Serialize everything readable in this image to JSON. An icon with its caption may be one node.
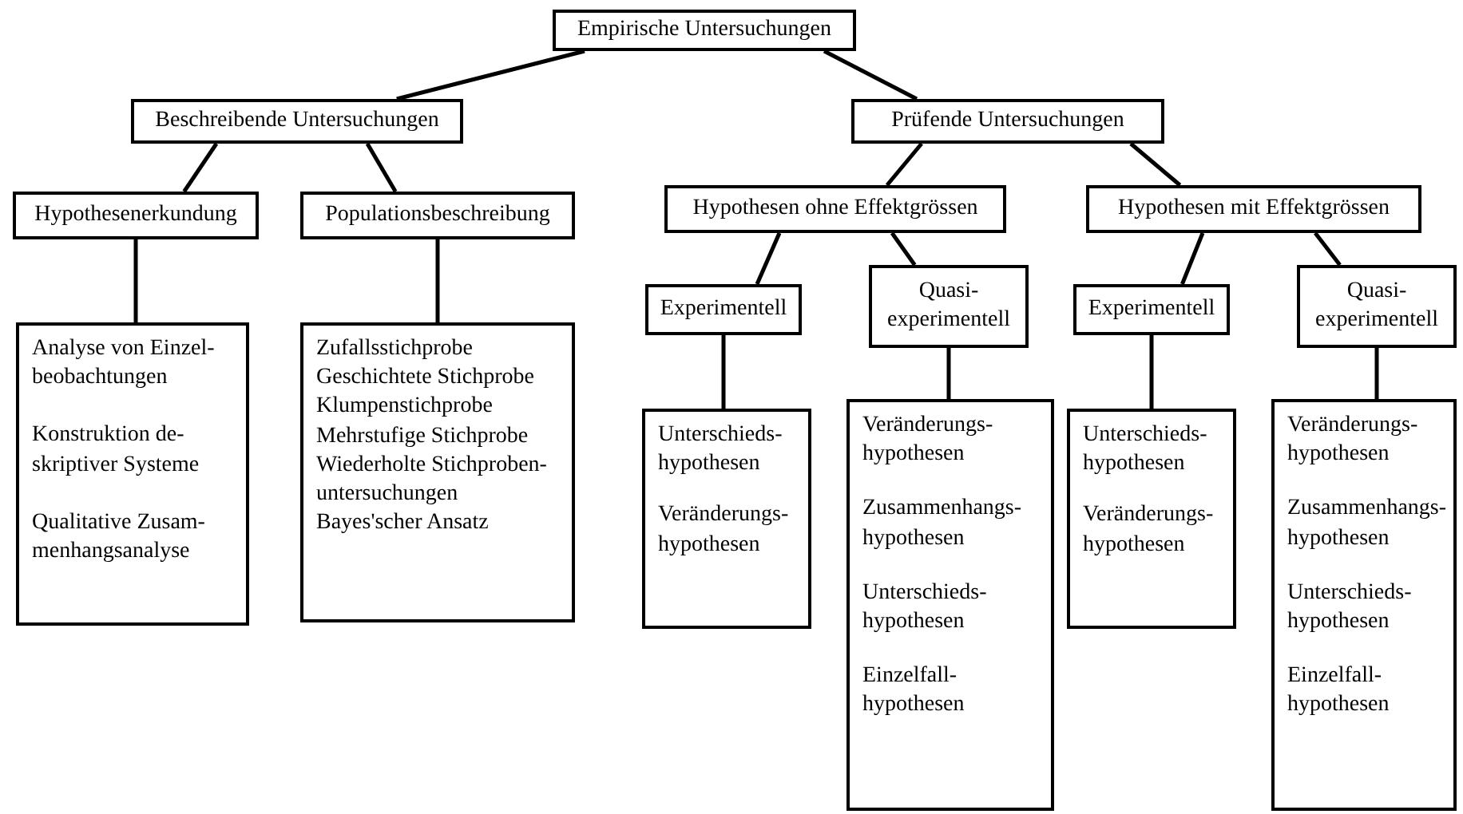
{
  "diagram": {
    "nodes": [
      {
        "text": [
          "Empirische Untersuchungen"
        ]
      },
      {
        "text": [
          "Beschreibende Untersuchungen"
        ]
      },
      {
        "text": [
          "Prüfende Untersuchungen"
        ]
      },
      {
        "text": [
          "Hypothesenerkundung"
        ]
      },
      {
        "text": [
          "Populationsbeschreibung"
        ]
      },
      {
        "text": [
          "Hypothesen ohne Effektgrössen"
        ]
      },
      {
        "text": [
          "Hypothesen mit Effektgrössen"
        ]
      },
      {
        "text": [
          "Experimentell"
        ]
      },
      {
        "text": [
          "Quasi- experimentell"
        ]
      },
      {
        "text": [
          "Experimentell"
        ]
      },
      {
        "text": [
          "Quasi- experimentell"
        ]
      },
      {
        "text": [
          "Analyse von Einzel- beobachtungen",
          "Konstruktion de- skriptiver Systeme",
          "Qualitative Zusam- menhangsanalyse"
        ]
      },
      {
        "text": [
          "Zufallsstichprobe",
          "Geschichtete Stichprobe",
          "Klumpenstichprobe",
          "Mehrstufige Stichprobe",
          "Wiederholte Stichproben- untersuchungen",
          "Bayes'scher Ansatz"
        ]
      },
      {
        "text": [
          "Unterschieds- hypothesen",
          "Veränderungs- hypothesen"
        ]
      },
      {
        "text": [
          "Veränderungs- hypothesen",
          "Zusammenhangs- hypothesen",
          "Unterschieds- hypothesen",
          "Einzelfall- hypothesen"
        ]
      },
      {
        "text": [
          "Unterschieds- hypothesen",
          "Veränderungs- hypothesen"
        ]
      },
      {
        "text": [
          "Veränderungs- hypothesen",
          "Zusammenhangs- hypothesen",
          "Unterschieds- hypothesen",
          "Einzelfall- hypothesen"
        ]
      }
    ],
    "edges": [
      {
        "from": 0,
        "to": 1,
        "arrow": "none"
      },
      {
        "from": 0,
        "to": 2,
        "arrow": "none"
      },
      {
        "from": 1,
        "to": 3,
        "arrow": "none"
      },
      {
        "from": 1,
        "to": 4,
        "arrow": "none"
      },
      {
        "from": 2,
        "to": 5,
        "arrow": "none"
      },
      {
        "from": 2,
        "to": 6,
        "arrow": "none"
      },
      {
        "from": 5,
        "to": 7,
        "arrow": "none"
      },
      {
        "from": 5,
        "to": 8,
        "arrow": "none"
      },
      {
        "from": 6,
        "to": 9,
        "arrow": "none"
      },
      {
        "from": 6,
        "to": 10,
        "arrow": "none"
      },
      {
        "from": 3,
        "to": 11,
        "arrow": "none"
      },
      {
        "from": 4,
        "to": 12,
        "arrow": "none"
      },
      {
        "from": 7,
        "to": 13,
        "arrow": "none"
      },
      {
        "from": 8,
        "to": 14,
        "arrow": "none"
      },
      {
        "from": 9,
        "to": 15,
        "arrow": "none"
      },
      {
        "from": 10,
        "to": 16,
        "arrow": "none"
      }
    ]
  }
}
